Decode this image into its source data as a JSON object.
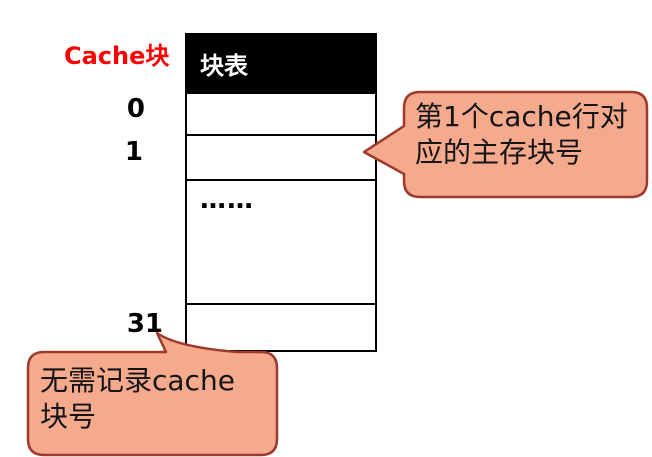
{
  "cache_label": "Cache块",
  "table": {
    "header": "块表",
    "row_labels": [
      "0",
      "1",
      "31"
    ],
    "ellipsis": "……"
  },
  "callouts": {
    "top": {
      "line1": "第1个cache行对",
      "line2": "应的主存块号"
    },
    "bottom": {
      "line1": "无需记录cache",
      "line2": "块号"
    }
  },
  "colors": {
    "cache_label_red": "#ff0000",
    "table_border_black": "#000000",
    "header_bg": "#000000",
    "header_text": "#ffffff",
    "callout_fill": "#f5aa8e",
    "callout_border": "#9e3a2b",
    "callout_text": "#141414",
    "background": "#ffffff"
  }
}
